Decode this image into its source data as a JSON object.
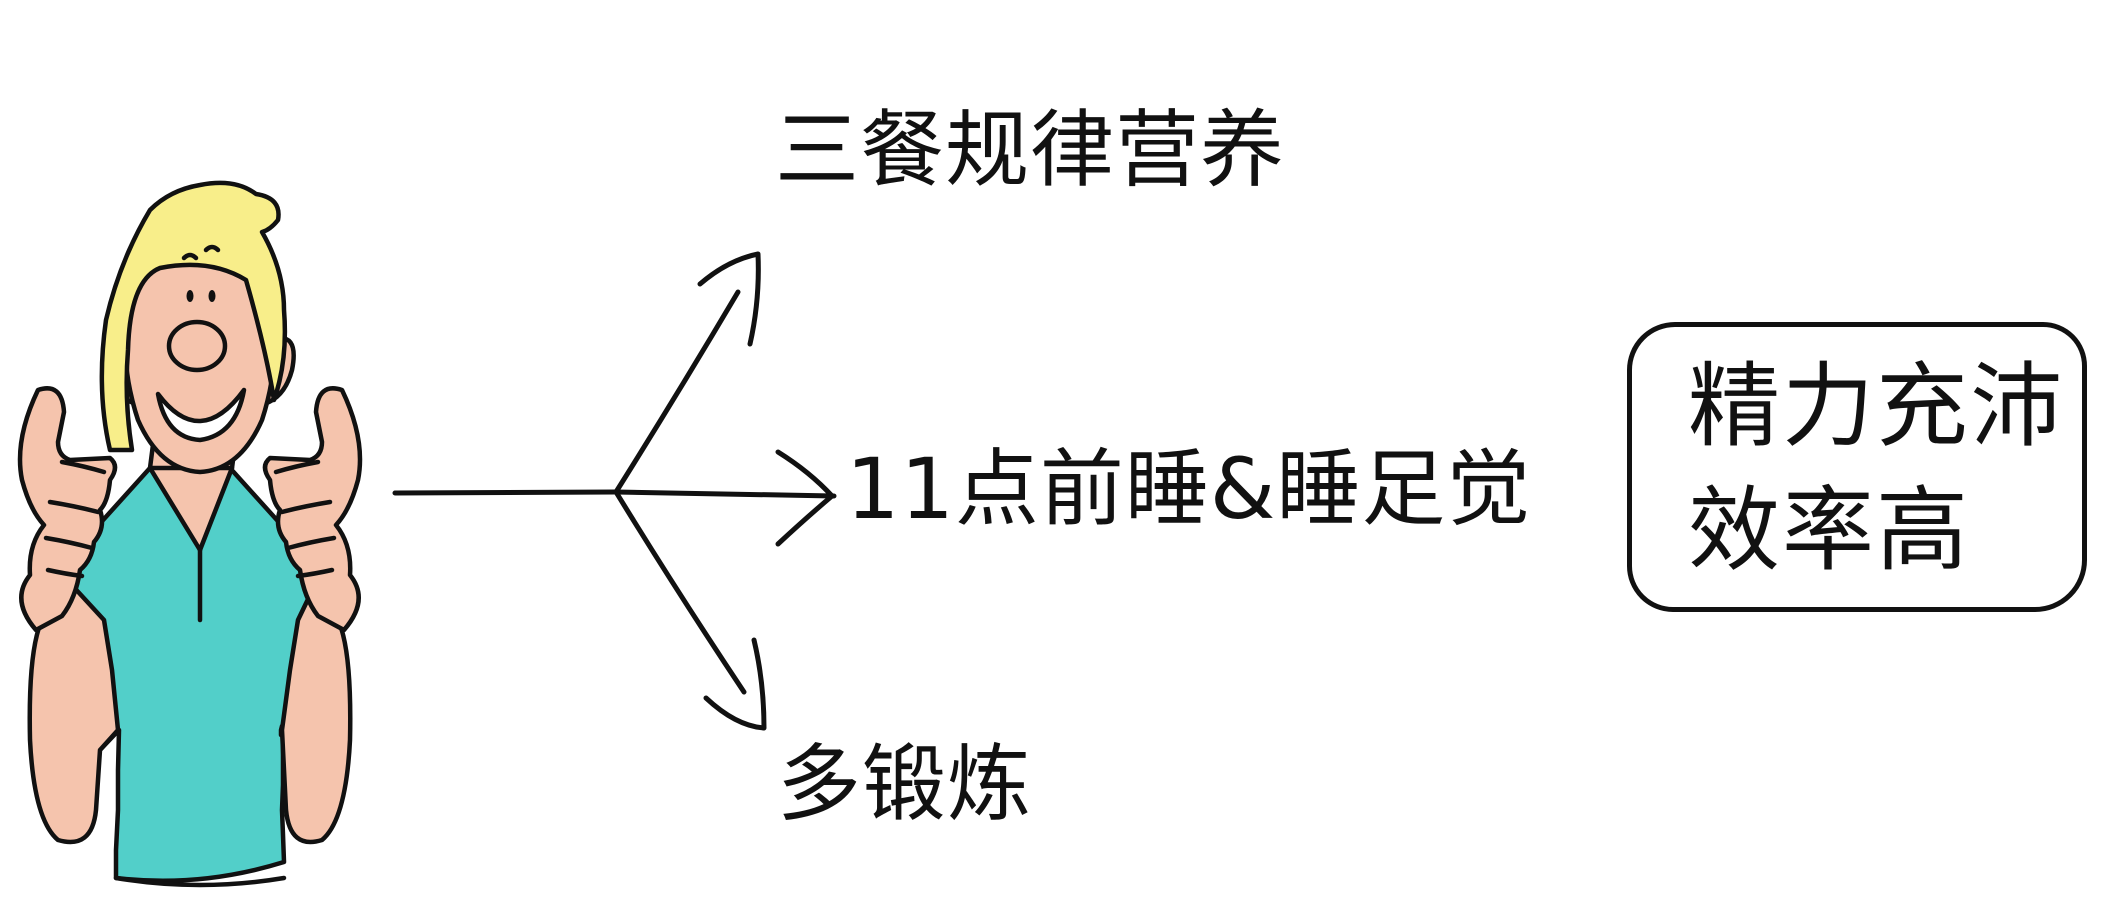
{
  "diagram": {
    "inputs": [
      {
        "text": "三餐规律营养"
      },
      {
        "text": "11点前睡&睡足觉"
      },
      {
        "text": "多锻炼"
      }
    ],
    "result": {
      "lines": [
        "精力充沛",
        "效率高"
      ]
    },
    "colors": {
      "ink": "#111111",
      "shirt": "#52cfc9",
      "skin": "#f5c4ad",
      "hair": "#f8ee8a",
      "background": "#ffffff"
    },
    "icons": {
      "person": "thumbs-up-person-icon",
      "arrows": "branching-arrow-icon"
    }
  }
}
